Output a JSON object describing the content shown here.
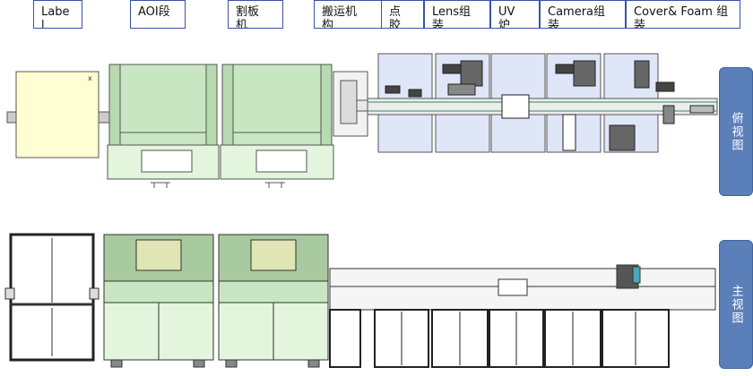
{
  "station_labels": [
    {
      "text": "Labe\nl"
    },
    {
      "text": "AOI段"
    },
    {
      "text": "割板\n机"
    },
    {
      "text": "搬运机\n构"
    },
    {
      "text": "点\n胶"
    },
    {
      "text": "Lens组\n装"
    },
    {
      "text": "UV\n炉"
    },
    {
      "text": "Camera组\n装"
    },
    {
      "text": "Cover& Foam 组\n装"
    }
  ],
  "side_labels": {
    "top_view": "俯视图",
    "front_view": "主视图"
  },
  "colors": {
    "label_border": "#3a52a8",
    "side_button": "#5b7fb8",
    "label_machine": "#fefed2",
    "aoi_green": "#c9e6c3",
    "aoi_light": "#e3f5dc",
    "module_blue": "#dfe6f8",
    "cabinet_dark": "#5a7a50"
  }
}
